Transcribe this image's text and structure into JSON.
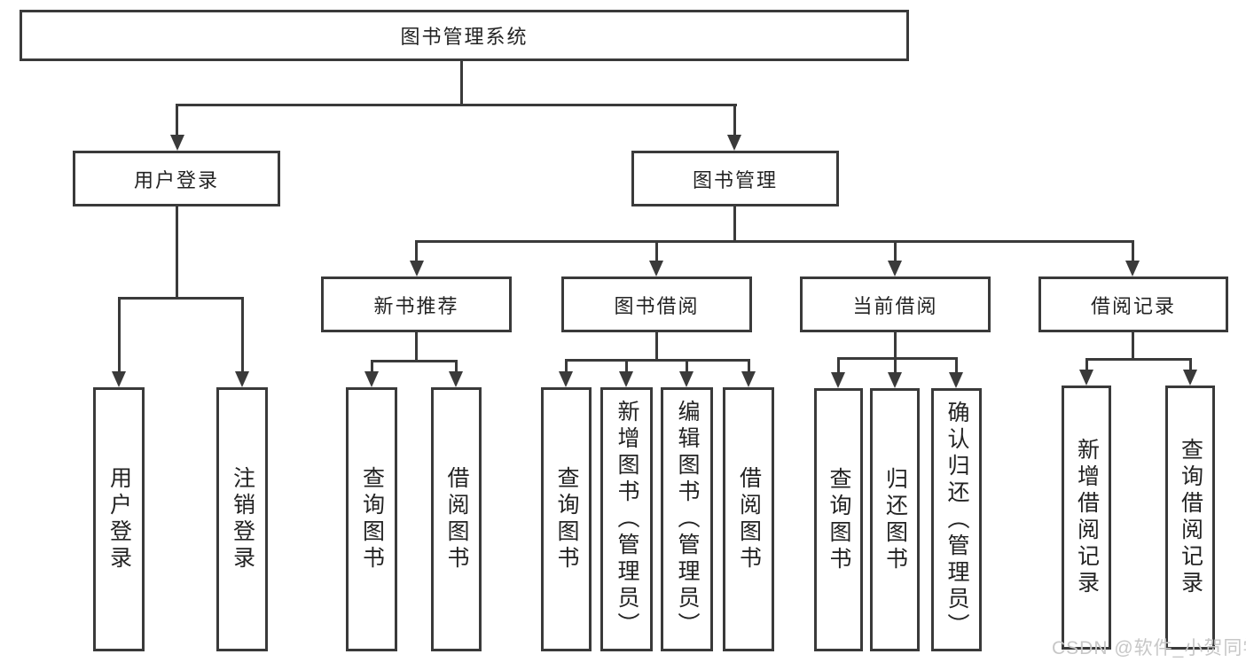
{
  "colors": {
    "line": "#3a3a3a",
    "text": "#232323",
    "background": "#ffffff",
    "watermark": "#c7c7c7"
  },
  "tree": {
    "root": {
      "label": "图书管理系统"
    },
    "branches": [
      {
        "label": "用户登录",
        "children": [
          {
            "label": "用户登录"
          },
          {
            "label": "注销登录"
          }
        ]
      },
      {
        "label": "图书管理",
        "children": [
          {
            "label": "新书推荐",
            "children": [
              {
                "label": "查询图书"
              },
              {
                "label": "借阅图书"
              }
            ]
          },
          {
            "label": "图书借阅",
            "children": [
              {
                "label": "查询图书"
              },
              {
                "label": "新增图书（管理员）"
              },
              {
                "label": "编辑图书（管理员）"
              },
              {
                "label": "借阅图书"
              }
            ]
          },
          {
            "label": "当前借阅",
            "children": [
              {
                "label": "查询图书"
              },
              {
                "label": "归还图书"
              },
              {
                "label": "确认归还（管理员）"
              }
            ]
          },
          {
            "label": "借阅记录",
            "children": [
              {
                "label": "新增借阅记录"
              },
              {
                "label": "查询借阅记录"
              }
            ]
          }
        ]
      }
    ]
  },
  "watermark": {
    "text": "CSDN @软件_小贺同学"
  }
}
